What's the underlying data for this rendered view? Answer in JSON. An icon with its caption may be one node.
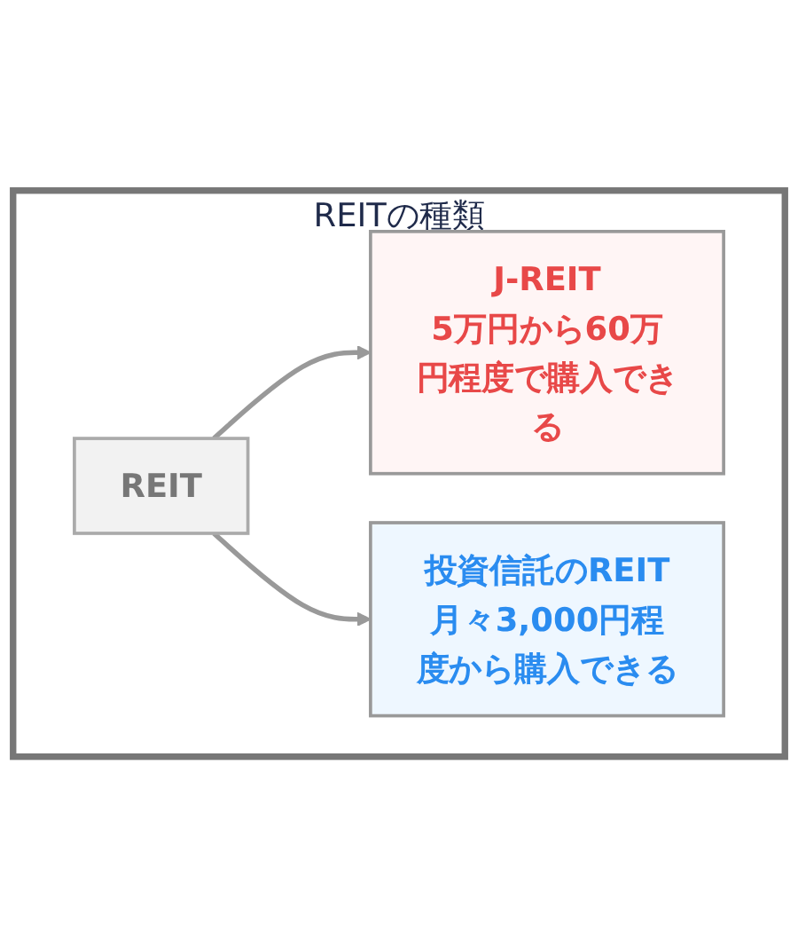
{
  "diagram": {
    "nodes": [
      {
        "text": [
          "REITの種類"
        ]
      },
      {
        "text": [
          "REIT"
        ],
        "in": 0
      },
      {
        "text": [
          "J-REIT",
          "5万円から60万円程度で購入できる"
        ],
        "in": 0
      },
      {
        "text": [
          "投資信託のREIT",
          "月々3,000円程度から購入できる"
        ],
        "in": 0
      }
    ],
    "edges": [
      {
        "from": 1,
        "to": 2,
        "arrow": "to"
      },
      {
        "from": 1,
        "to": 3,
        "arrow": "to"
      }
    ]
  }
}
